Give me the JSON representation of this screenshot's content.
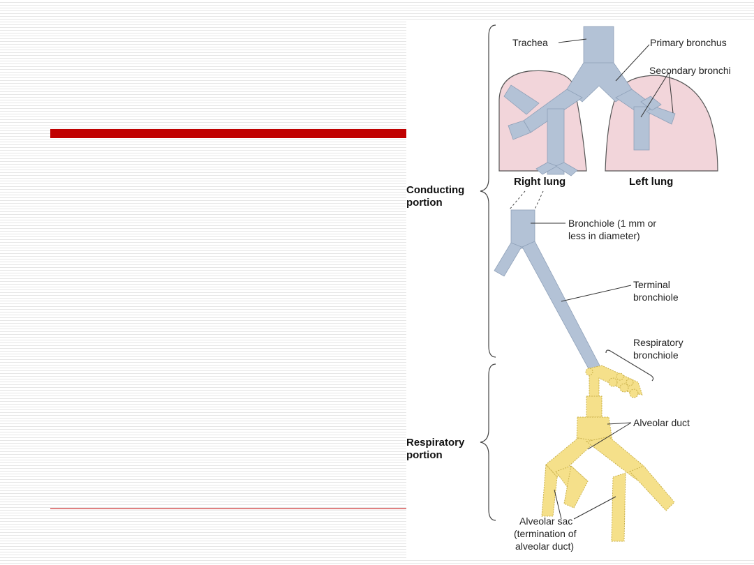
{
  "slide": {
    "accent_color": "#c00000"
  },
  "diagram": {
    "colors": {
      "airway": "#b3c2d6",
      "airway_edge": "#8ea0b8",
      "lung": "#f2d5da",
      "lung_edge": "#555555",
      "alveoli": "#f5e08a",
      "alveoli_edge": "#c9b04a"
    },
    "labels": {
      "trachea": "Trachea",
      "primary_bronchus": "Primary bronchus",
      "secondary_bronchi": "Secondary bronchi",
      "right_lung": "Right lung",
      "left_lung": "Left lung",
      "conducting_1": "Conducting",
      "conducting_2": "portion",
      "bronchiole_1": "Bronchiole (1 mm or",
      "bronchiole_2": "less in diameter)",
      "terminal_1": "Terminal",
      "terminal_2": "bronchiole",
      "respiratory_bronchiole_1": "Respiratory",
      "respiratory_bronchiole_2": "bronchiole",
      "alveolar_duct": "Alveolar duct",
      "respiratory_1": "Respiratory",
      "respiratory_2": "portion",
      "alveolar_sac_1": "Alveolar sac",
      "alveolar_sac_2": "(termination of",
      "alveolar_sac_3": "alveolar duct)"
    }
  }
}
